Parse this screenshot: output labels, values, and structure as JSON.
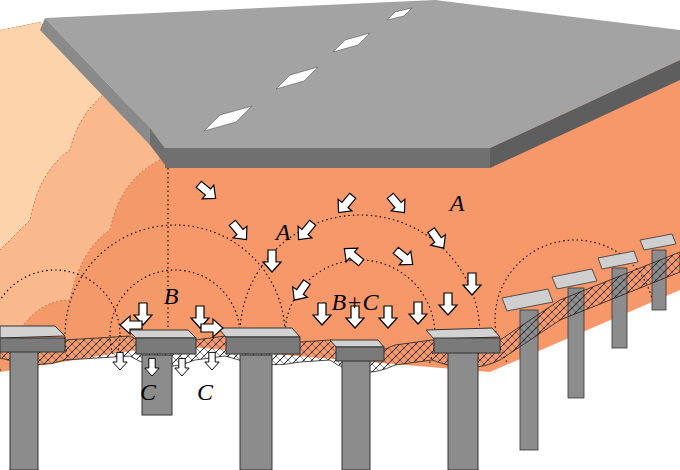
{
  "diagram": {
    "labels": [
      "A",
      "A",
      "B",
      "B+C",
      "C",
      "C"
    ]
  }
}
